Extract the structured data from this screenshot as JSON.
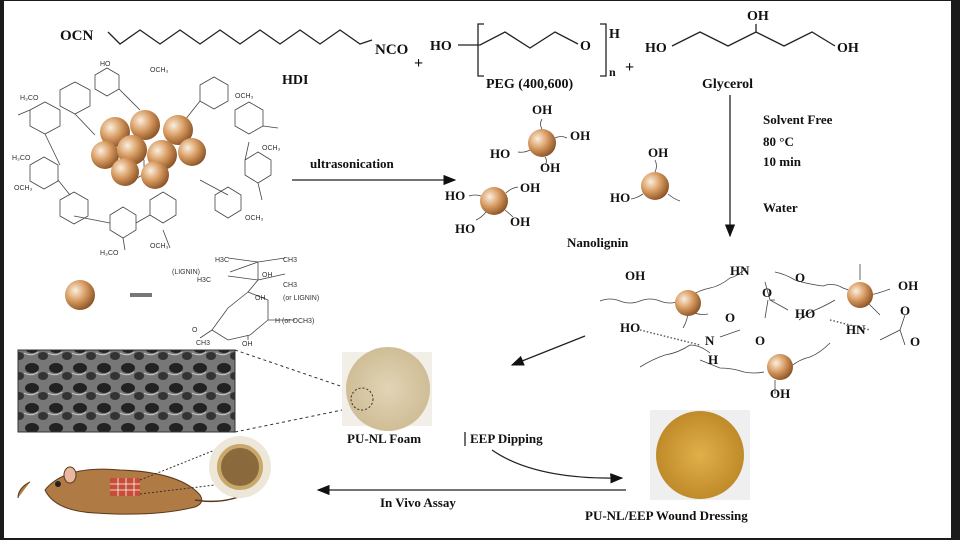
{
  "reactants": {
    "hdi": {
      "left": "OCN",
      "right": "NCO",
      "name": "HDI"
    },
    "plus1": "+",
    "peg": {
      "ho": "HO",
      "o": "O",
      "h": "H",
      "n": "n",
      "name": "PEG (400,600)"
    },
    "plus2": "+",
    "glycerol": {
      "ho": "HO",
      "oh_top": "OH",
      "oh_right": "OH",
      "name": "Glycerol"
    }
  },
  "steps": {
    "ultrasonication": "ultrasonication",
    "conditions": [
      "Solvent Free",
      "80 °C",
      "10 min"
    ],
    "water": "Water",
    "nanolignin": "Nanolignin",
    "nanolignin_groups": [
      "OH",
      "HO",
      "OH",
      "OH",
      "HO",
      "OH",
      "HO",
      "OH",
      "HO",
      "OH"
    ],
    "foam": "PU-NL Foam",
    "dipping": "EEP Dipping",
    "dressing": "PU-NL/EEP Wound Dressing",
    "in_vivo": "In Vivo Assay"
  },
  "legend_structure": {
    "equals": "=",
    "labels": [
      "H3C",
      "CH3",
      "(LIGNIN)",
      "OH",
      "H3C",
      "CH3",
      "OH",
      "(or LIGNIN)",
      "H (or OCH3)",
      "O",
      "CH3",
      "OH"
    ]
  },
  "network_labels": {
    "hn1": "HN",
    "o1": "O",
    "o1b": "O",
    "oh1": "OH",
    "oh2": "OH",
    "ho1": "HO",
    "ho2": "HO",
    "o2": "O",
    "o2b": "O",
    "n": "N",
    "h": "H",
    "hn2": "HN",
    "o3": "O",
    "o3b": "O",
    "oh3": "OH"
  },
  "colors": {
    "sphere": "#c8864a",
    "foam": "#d9c9a8",
    "dressing": "#d9a53a",
    "frame": "#1b1b1b"
  }
}
